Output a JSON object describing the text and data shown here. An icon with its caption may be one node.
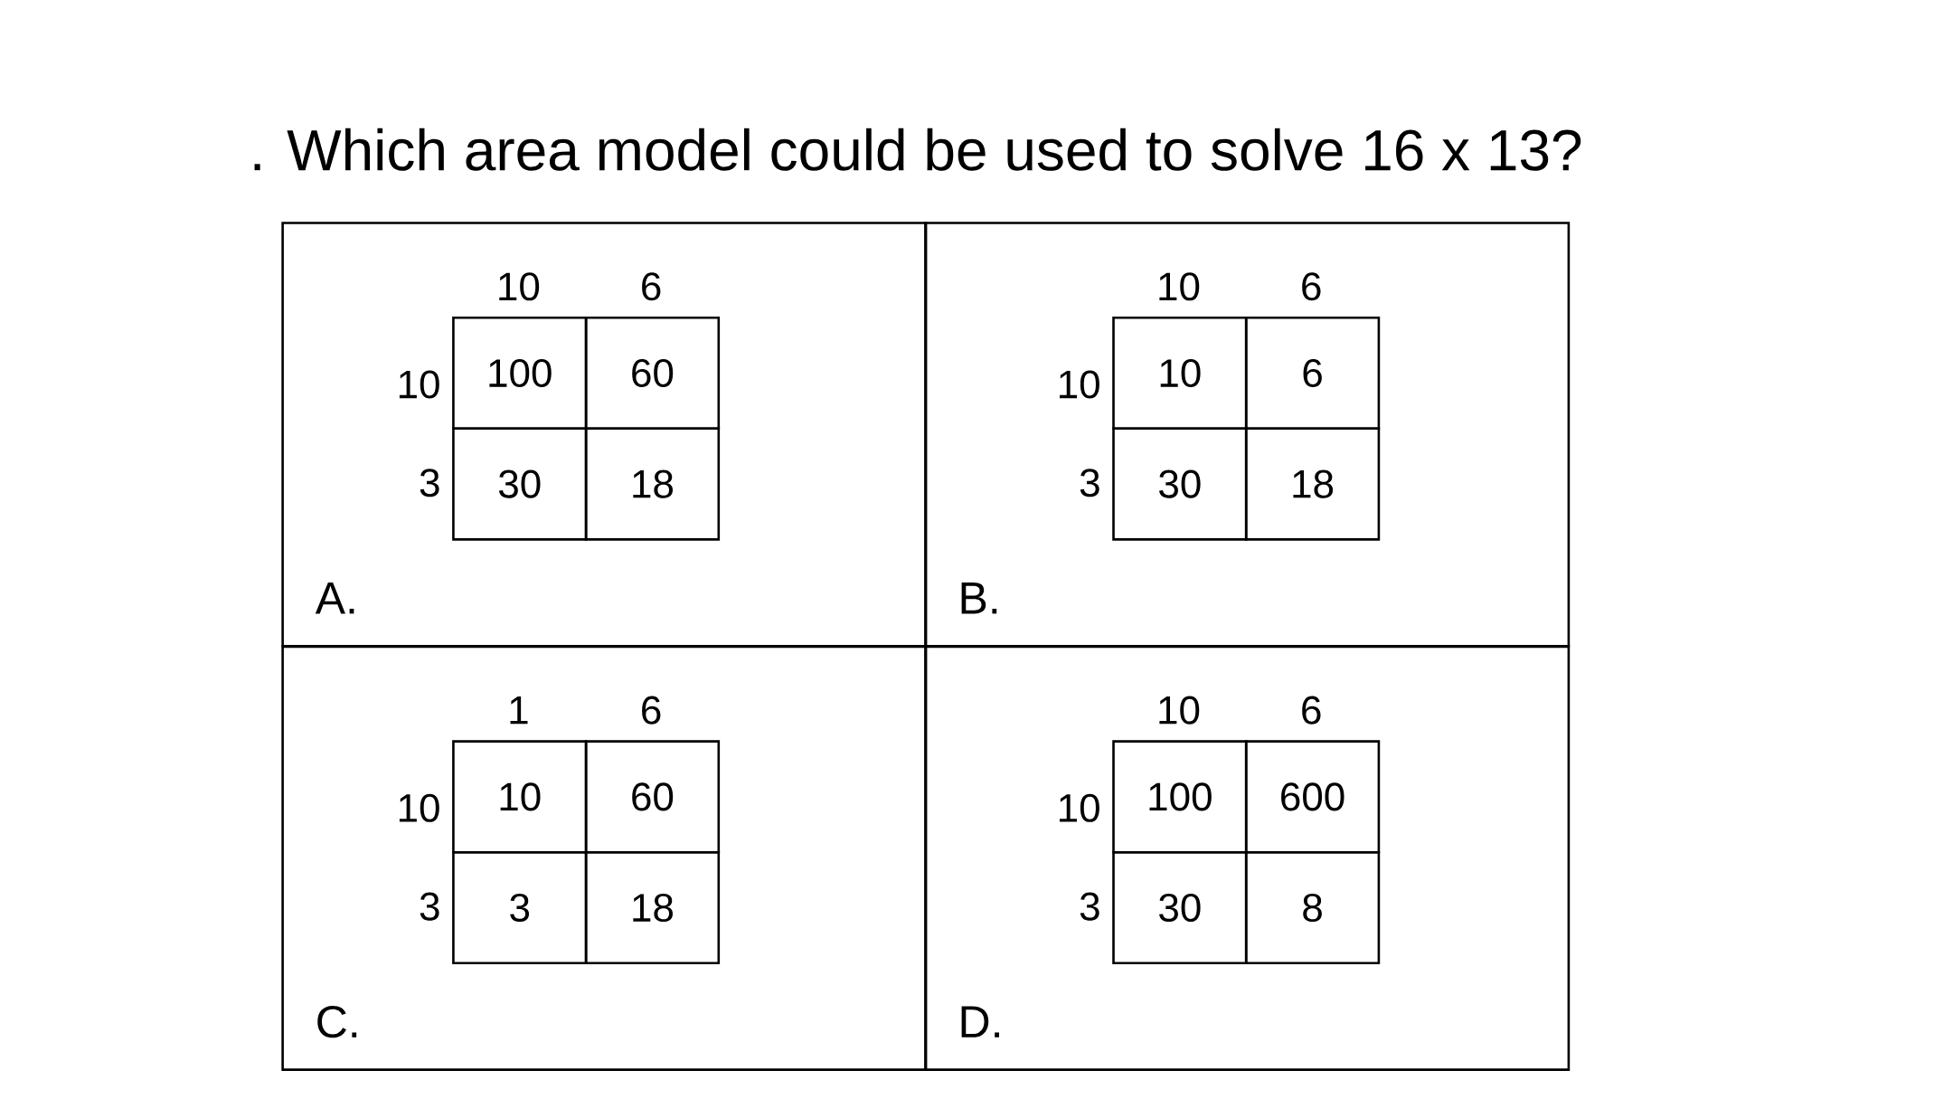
{
  "diagram": {
    "title": ". Which area model could be used to solve 16 x 13?",
    "nodes": [
      {
        "text": [
          "10",
          "6",
          "10",
          "3",
          "A."
        ]
      },
      {
        "text": [
          "100"
        ],
        "in": 0
      },
      {
        "text": [
          "60"
        ],
        "in": 0
      },
      {
        "text": [
          "30"
        ],
        "in": 0
      },
      {
        "text": [
          "18"
        ],
        "in": 0
      },
      {
        "text": [
          "10",
          "6",
          "10",
          "3",
          "B."
        ]
      },
      {
        "text": [
          "10"
        ],
        "in": 5
      },
      {
        "text": [
          "6"
        ],
        "in": 5
      },
      {
        "text": [
          "30"
        ],
        "in": 5
      },
      {
        "text": [
          "18"
        ],
        "in": 5
      },
      {
        "text": [
          "1",
          "6",
          "10",
          "3",
          "C."
        ]
      },
      {
        "text": [
          "10"
        ],
        "in": 10
      },
      {
        "text": [
          "60"
        ],
        "in": 10
      },
      {
        "text": [
          "3"
        ],
        "in": 10
      },
      {
        "text": [
          "18"
        ],
        "in": 10
      },
      {
        "text": [
          "10",
          "6",
          "10",
          "3",
          "D."
        ]
      },
      {
        "text": [
          "100"
        ],
        "in": 15
      },
      {
        "text": [
          "600"
        ],
        "in": 15
      },
      {
        "text": [
          "30"
        ],
        "in": 15
      },
      {
        "text": [
          "8"
        ],
        "in": 15
      }
    ]
  }
}
